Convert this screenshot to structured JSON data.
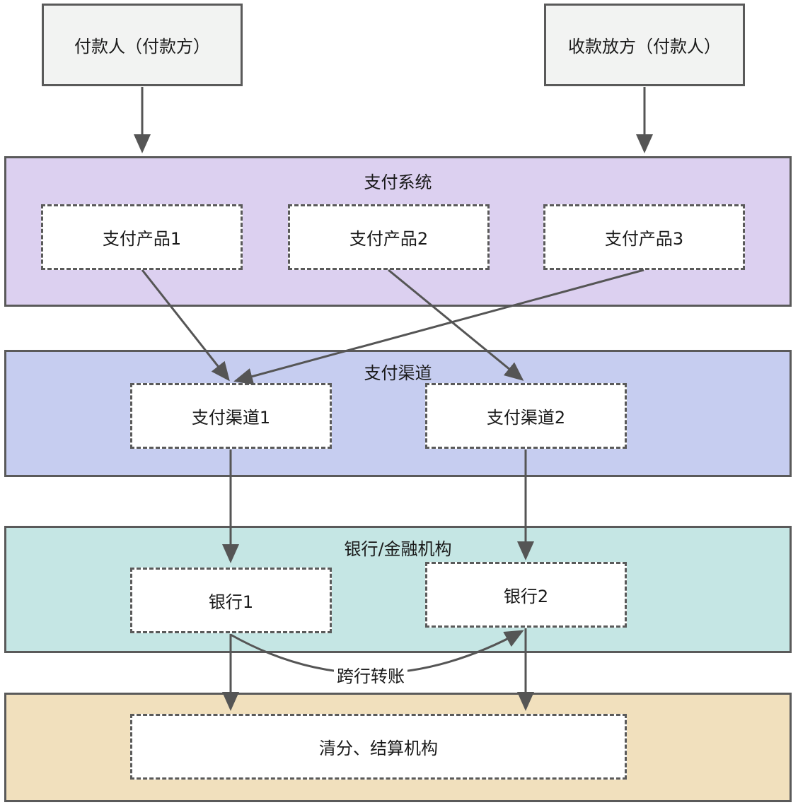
{
  "payer": "付款人（付款方）",
  "payee": "收款放方（付款人）",
  "layers": {
    "payment_system": {
      "title": "支付系统",
      "color": "#dcd0f0"
    },
    "payment_channel": {
      "title": "支付渠道",
      "color": "#c6cdf0"
    },
    "bank": {
      "title": "银行/金融机构",
      "color": "#c5e6e4"
    },
    "clearing": {
      "title": "",
      "color": "#f1e0bd"
    }
  },
  "nodes": {
    "product1": "支付产品1",
    "product2": "支付产品2",
    "product3": "支付产品3",
    "channel1": "支付渠道1",
    "channel2": "支付渠道2",
    "bank1": "银行1",
    "bank2": "银行2",
    "clearing": "清分、结算机构"
  },
  "edge_labels": {
    "interbank": "跨行转账"
  }
}
